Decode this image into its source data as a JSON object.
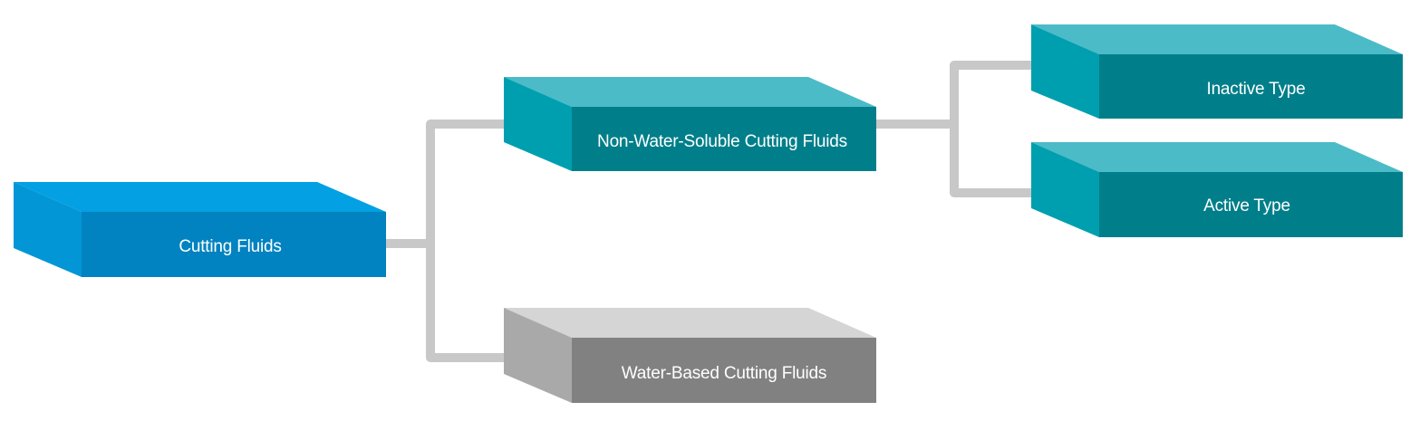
{
  "diagram": {
    "type": "hierarchy-tree",
    "root": {
      "id": "cutting-fluids",
      "label": "Cutting Fluids",
      "colors": {
        "top": "#03A0E3",
        "side": "#0396D6",
        "front": "#0083C0"
      }
    },
    "nodes": [
      {
        "id": "cutting-fluids",
        "label": "Cutting Fluids",
        "parent": null,
        "colors": {
          "top": "#03A0E3",
          "side": "#0396D6",
          "front": "#0083C0"
        }
      },
      {
        "id": "non-water-soluble",
        "label": "Non-Water-Soluble Cutting Fluids",
        "parent": "cutting-fluids",
        "colors": {
          "top": "#4BBBC7",
          "side": "#009FAF",
          "front": "#007F8A"
        }
      },
      {
        "id": "water-based",
        "label": "Water-Based Cutting Fluids",
        "parent": "cutting-fluids",
        "colors": {
          "top": "#D5D5D6",
          "side": "#A9A9AA",
          "front": "#818181"
        }
      },
      {
        "id": "inactive-type",
        "label": "Inactive Type",
        "parent": "non-water-soluble",
        "colors": {
          "top": "#4BBBC7",
          "side": "#009FAF",
          "front": "#007F8A"
        }
      },
      {
        "id": "active-type",
        "label": "Active Type",
        "parent": "non-water-soluble",
        "colors": {
          "top": "#4BBBC7",
          "side": "#009FAF",
          "front": "#007F8A"
        }
      }
    ],
    "connector_color": "#C8C8C9"
  }
}
